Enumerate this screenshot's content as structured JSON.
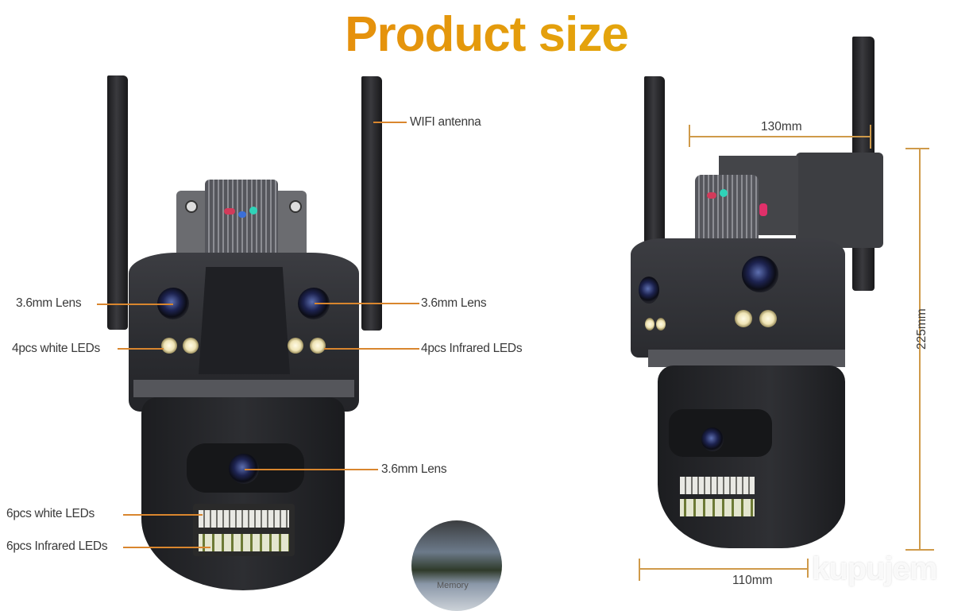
{
  "title": "Product size",
  "front_view": {
    "callouts": {
      "wifi_antenna": "WIFI antenna",
      "left_lens": "3.6mm Lens",
      "right_lens": "3.6mm Lens",
      "left_leds": "4pcs white LEDs",
      "right_leds": "4pcs Infrared LEDs",
      "bottom_lens": "3.6mm Lens",
      "bottom_white_leds": "6pcs white LEDs",
      "bottom_ir_leds": "6pcs Infrared LEDs"
    }
  },
  "inset": {
    "caption": "Memory"
  },
  "side_view": {
    "dimensions": {
      "width_top": "130mm",
      "height": "225mm",
      "width_bottom": "110mm"
    }
  },
  "watermark": "kupujem",
  "colors": {
    "accent_orange": "#e9780a",
    "accent_yellow": "#e2c20c",
    "callout_line": "#d9862e",
    "dimension_line": "#cf9a4a",
    "camera_body": "#2c2d31"
  }
}
